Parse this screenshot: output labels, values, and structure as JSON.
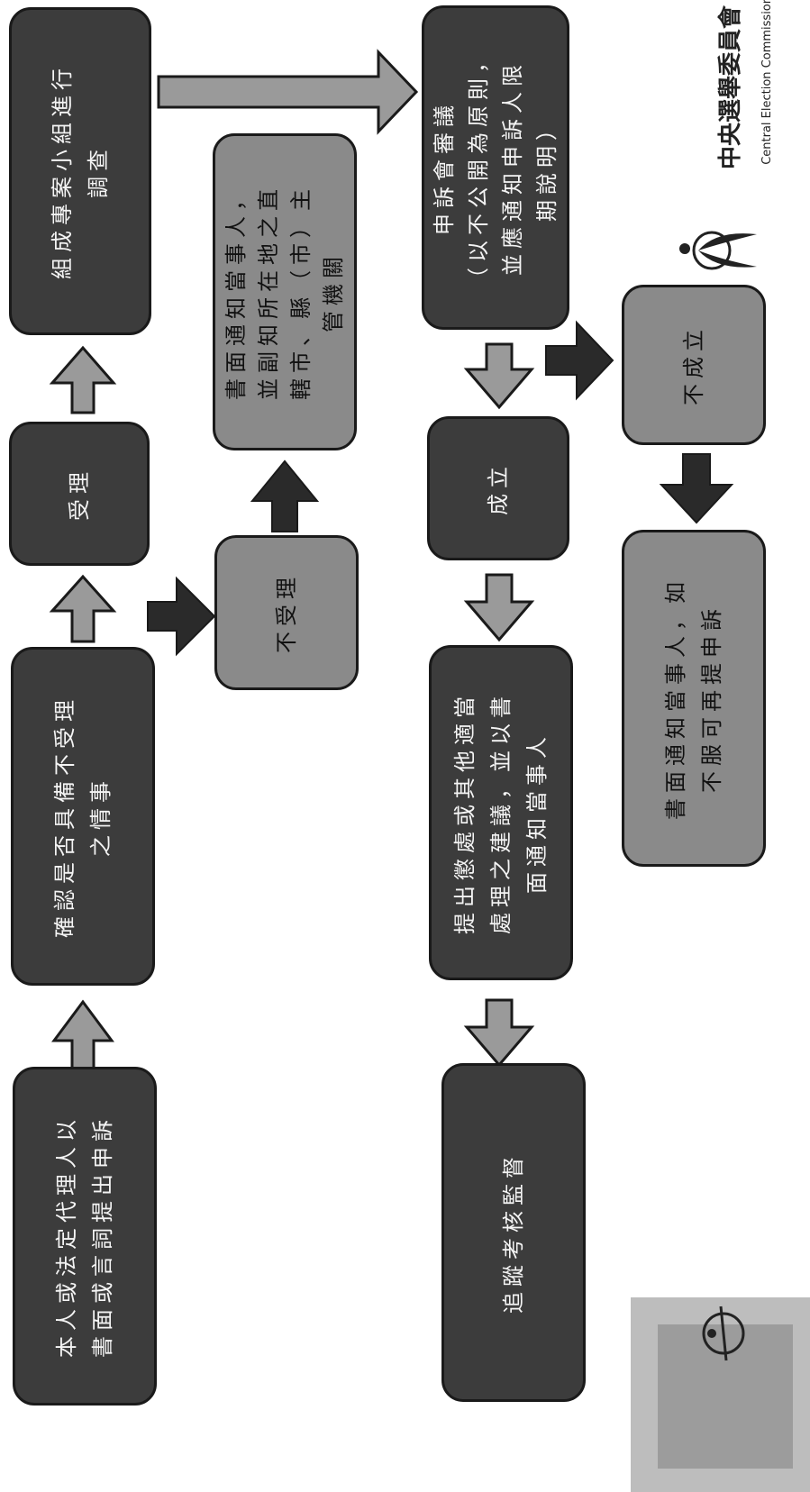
{
  "diagram": {
    "boxes": {
      "file_complaint": [
        "本人或法定代理人以",
        "書面或言詞提出申訴"
      ],
      "check_case": [
        "確認是否具備不受理",
        "之情事"
      ],
      "accept": [
        "受理"
      ],
      "form_team": [
        "組成專案小組進行",
        "調查"
      ],
      "not_accept": [
        "不受理"
      ],
      "notify_not_accept": [
        "書面通知當事人，",
        "並副知所在地之直",
        "轄市、縣（市）主",
        "管機關"
      ],
      "committee_review": [
        "申訴會審議",
        "（以不公開為原則，",
        "並應通知申訴人限",
        "期說明）"
      ],
      "established": [
        "成立"
      ],
      "not_established": [
        "不成立"
      ],
      "propose_disciplinary": [
        "提出懲處或其他適當",
        "處理之建議，並以書",
        "面通知當事人"
      ],
      "notify_appeal": [
        "書面通知當事人，如",
        "不服可再提申訴"
      ],
      "track_supervise": [
        "追蹤考核監督"
      ]
    }
  },
  "logo": {
    "name_zh": "中央選舉委員會",
    "name_en": "Central Election Commission"
  },
  "colors": {
    "dark_box": "#3c3c3c",
    "light_box": "#8a8a8a",
    "arrow_light": "#9a9a9a",
    "arrow_dark": "#2a2a2a"
  }
}
